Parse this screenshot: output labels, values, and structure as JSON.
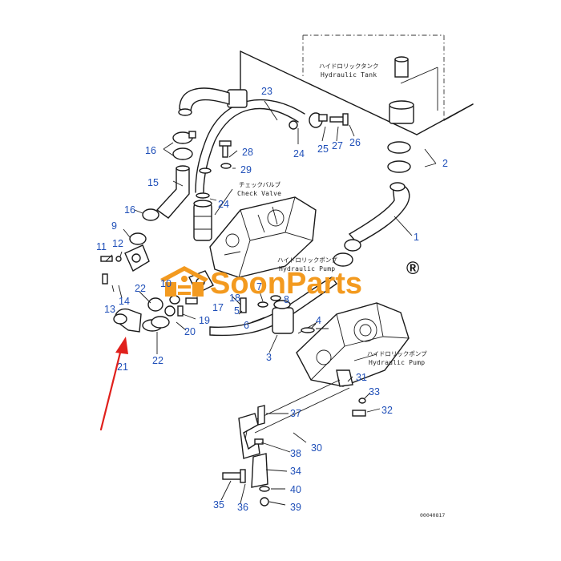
{
  "labels": {
    "hydraulic_tank_jp": "ハイドロリックタンク",
    "hydraulic_tank_en": "Hydraulic Tank",
    "check_valve_jp": "チェックバルブ",
    "check_valve_en": "Check Valve",
    "pump_upper_jp": "ハイドロリックポンプ",
    "pump_upper_en": "Hydraulic Pump",
    "pump_lower_jp": "ハイドロリックポンプ",
    "pump_lower_en": "Hydraulic Pump"
  },
  "watermark": {
    "brand": "SoonParts",
    "registered": "®",
    "color": "#f39a1f"
  },
  "part_numbers": [
    "1",
    "2",
    "3",
    "4",
    "5",
    "6",
    "7",
    "8",
    "9",
    "10",
    "11",
    "12",
    "13",
    "14",
    "15",
    "16",
    "16",
    "17",
    "18",
    "19",
    "20",
    "21",
    "22",
    "22",
    "23",
    "24",
    "24",
    "25",
    "26",
    "27",
    "28",
    "29",
    "30",
    "31",
    "32",
    "33",
    "34",
    "35",
    "36",
    "37",
    "38",
    "39",
    "40"
  ],
  "drawing_code": "00040817",
  "callout_color": "#1f4fb8",
  "arrow_color": "#e0201c"
}
